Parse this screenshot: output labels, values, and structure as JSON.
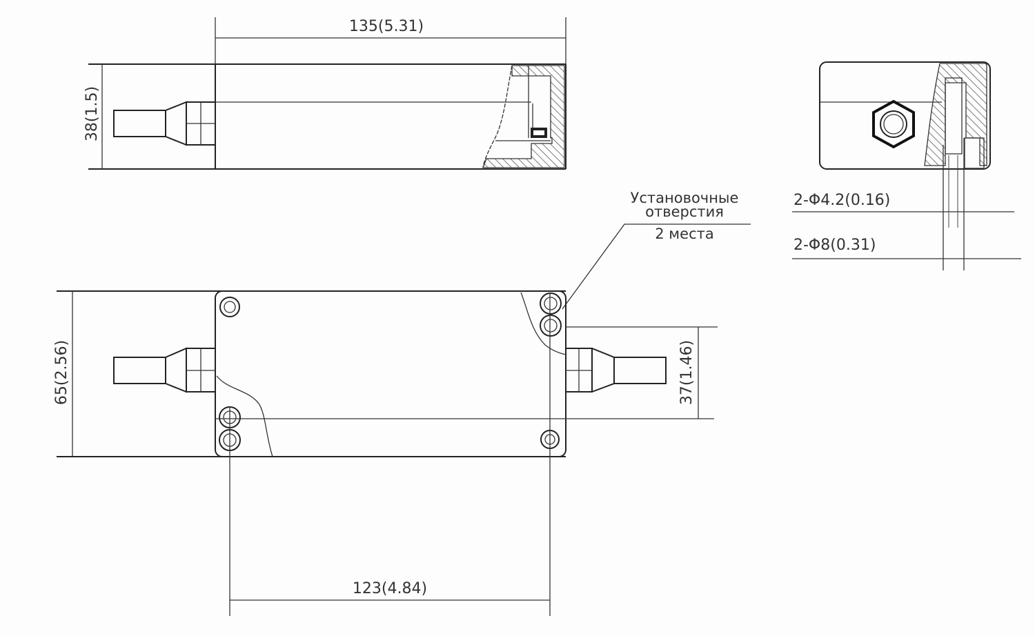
{
  "top_view": {
    "width_dim": "135(5.31)",
    "height_dim": "38(1.5)"
  },
  "end_view": {
    "hole_small": "2-Φ4.2(0.16)",
    "hole_large": "2-Φ8(0.31)"
  },
  "bottom_view": {
    "height_dim": "65(2.56)",
    "mount_spacing_dim": "37(1.46)",
    "hole_distance_dim": "123(4.84)"
  },
  "callout": {
    "line1": "Установочные",
    "line2": "отверстия",
    "line3": "2 места"
  }
}
